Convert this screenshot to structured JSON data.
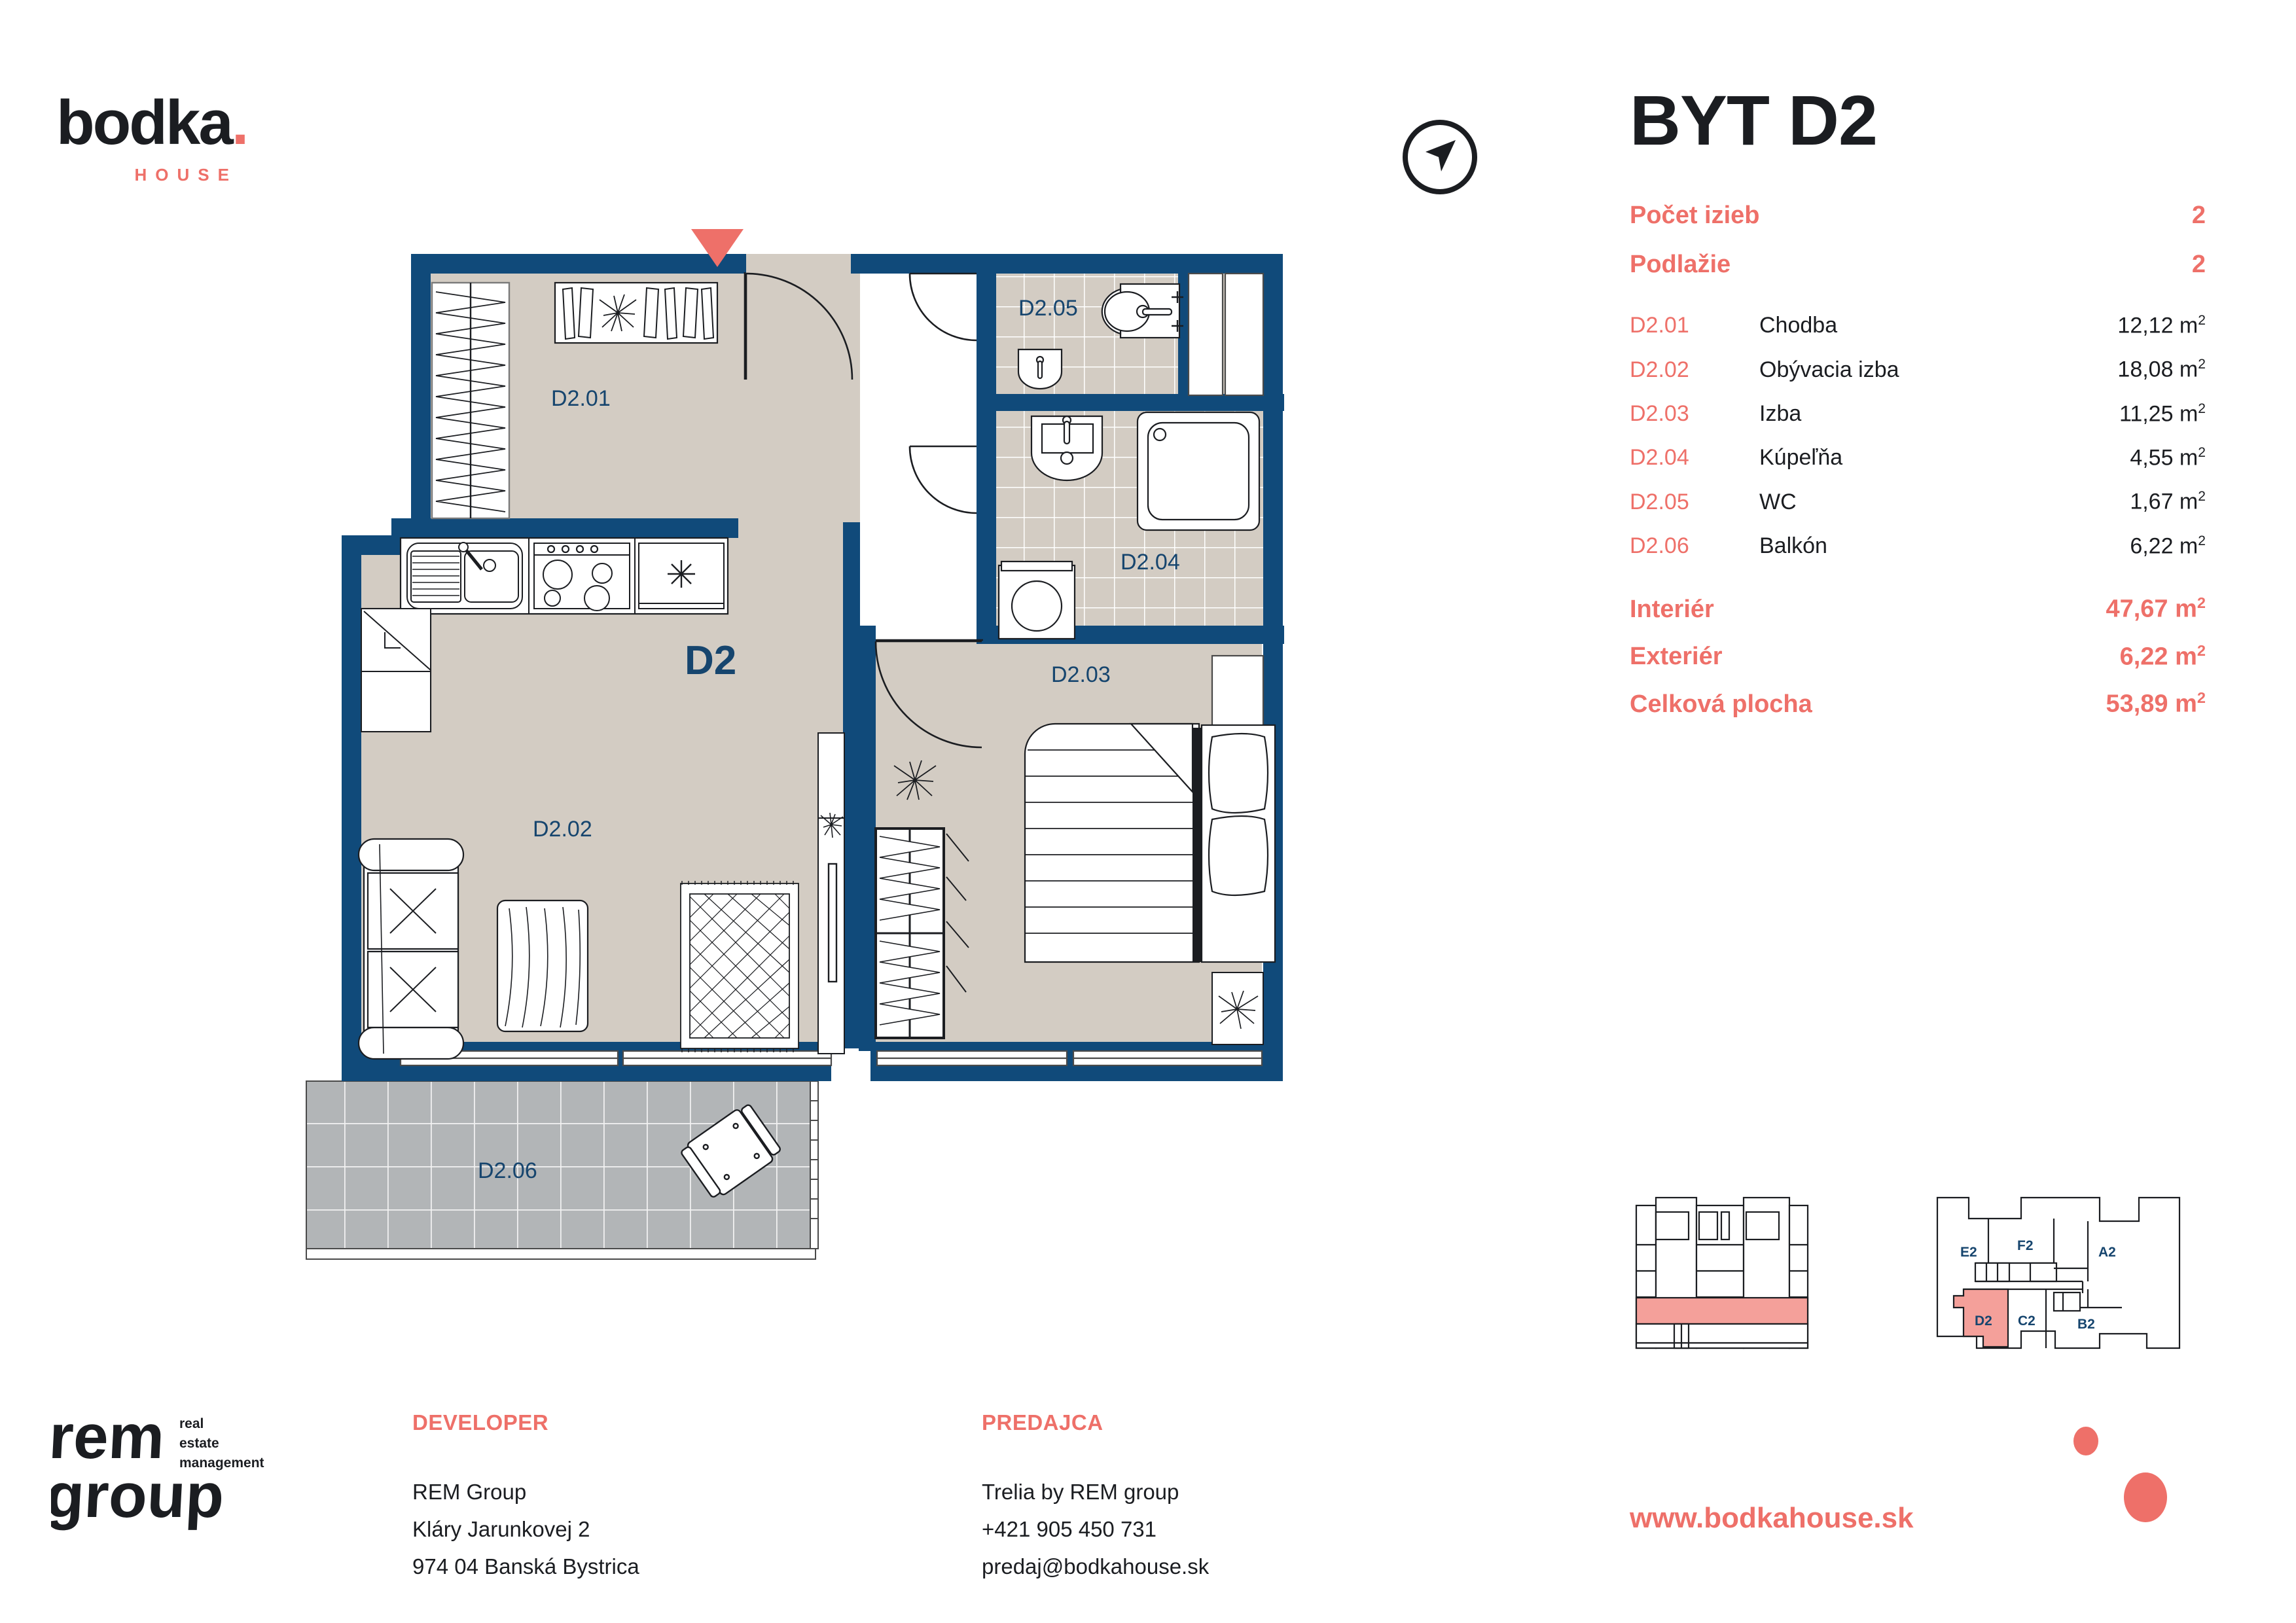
{
  "brand": {
    "name": "bodka",
    "dot": ".",
    "subtitle": "HOUSE"
  },
  "header": {
    "title": "BYT D2"
  },
  "summary": [
    {
      "label": "Počet izieb",
      "value": "2"
    },
    {
      "label": "Podlažie",
      "value": "2"
    }
  ],
  "rooms": [
    {
      "code": "D2.01",
      "name": "Chodba",
      "area": "12,12 m",
      "unit": "2"
    },
    {
      "code": "D2.02",
      "name": "Obývacia izba",
      "area": "18,08 m",
      "unit": "2"
    },
    {
      "code": "D2.03",
      "name": "Izba",
      "area": "11,25 m",
      "unit": "2"
    },
    {
      "code": "D2.04",
      "name": "Kúpeľňa",
      "area": "4,55 m",
      "unit": "2"
    },
    {
      "code": "D2.05",
      "name": "WC",
      "area": "1,67 m",
      "unit": "2"
    },
    {
      "code": "D2.06",
      "name": "Balkón",
      "area": "6,22 m",
      "unit": "2"
    }
  ],
  "totals": [
    {
      "label": "Interiér",
      "value": "47,67 m",
      "unit": "2"
    },
    {
      "label": "Exteriér",
      "value": "6,22 m",
      "unit": "2"
    },
    {
      "label": "Celková plocha",
      "value": "53,89 m",
      "unit": "2"
    }
  ],
  "plan": {
    "unit_label": "D2",
    "room_labels": {
      "hall": "D2.01",
      "living": "D2.02",
      "bedroom": "D2.03",
      "bathroom": "D2.04",
      "wc": "D2.05",
      "balcony": "D2.06"
    },
    "colors": {
      "wall": "#104A7A",
      "floor": "#D3CCC3",
      "balcony": "#B2B5B7",
      "label": "#16456E",
      "entrance_marker": "#EE7069"
    }
  },
  "keyplans": {
    "floor_units": [
      "E2",
      "F2",
      "A2",
      "D2",
      "C2",
      "B2"
    ],
    "highlighted": "D2"
  },
  "footer": {
    "developer": {
      "heading": "DEVELOPER",
      "lines": [
        "REM Group",
        "Kláry Jarunkovej 2",
        "974 04 Banská Bystrica"
      ]
    },
    "seller": {
      "heading": "PREDAJCA",
      "lines": [
        "Trelia by REM group",
        "+421 905 450 731",
        "predaj@bodkahouse.sk"
      ]
    },
    "rem_logo": {
      "line1": "rem",
      "line2": "group",
      "tag1": "real",
      "tag2": "estate",
      "tag3": "management"
    }
  },
  "website": "www.bodkahouse.sk",
  "accent": "#EE7069",
  "navy": "#104A7A"
}
